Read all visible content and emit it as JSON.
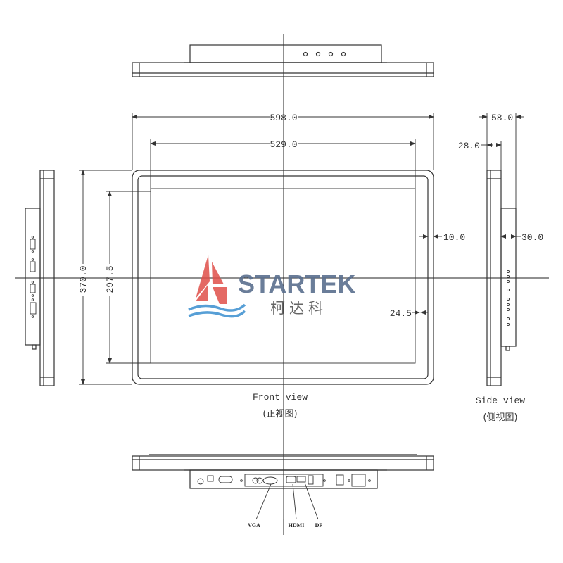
{
  "dimensions": {
    "overall_width": "598.0",
    "display_width": "529.0",
    "overall_height": "370.0",
    "display_height": "297.5",
    "bezel_side": "10.0",
    "bezel_inner": "24.5",
    "overall_depth": "58.0",
    "frame_depth": "28.0",
    "rear_box_depth": "30.0"
  },
  "views": {
    "front_label": "Front view",
    "front_label_cn": "(正视图)",
    "side_label": "Side view",
    "side_label_cn": "(侧视图)"
  },
  "ports": {
    "vga": "VGA",
    "hdmi": "HDMI",
    "dp": "DP"
  },
  "logo": {
    "brand": "STARTEK",
    "brand_cn": "柯达科",
    "sail_color": "#e0504a",
    "wave_color": "#3a8fd0",
    "text_color": "#5a6f8f"
  },
  "colors": {
    "line": "#333333",
    "centerline": "#222222"
  }
}
